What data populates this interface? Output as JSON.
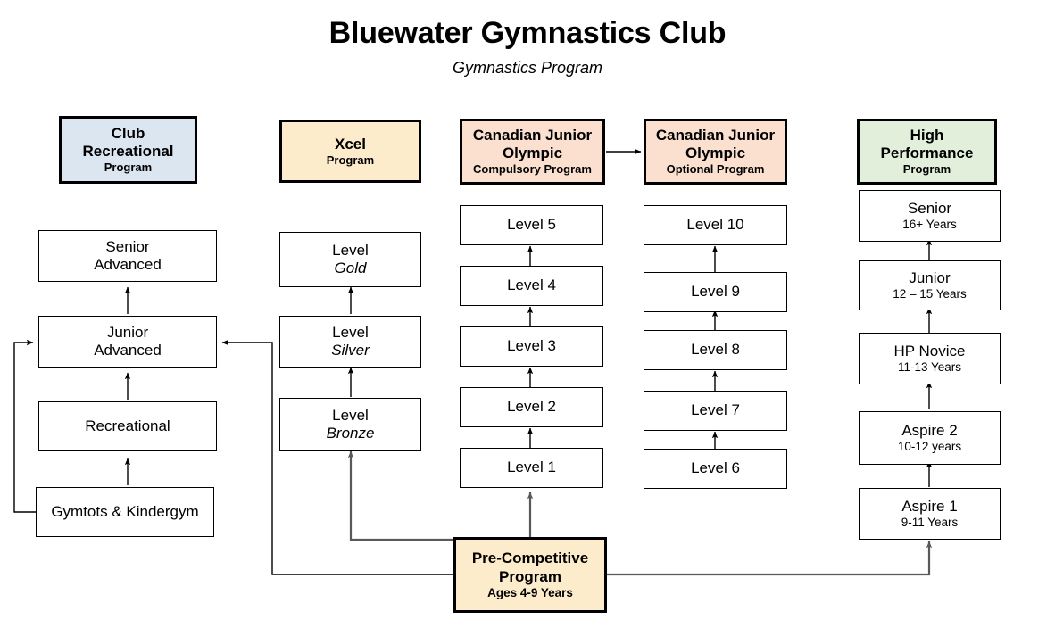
{
  "title": "Bluewater Gymnastics Club",
  "subtitle": "Gymnastics Program",
  "colors": {
    "club_recreational": "#dce6f1",
    "xcel": "#fdeccb",
    "canadian_junior_olympic": "#fbe0d0",
    "high_performance": "#e2efda",
    "pre_competitive": "#fdeccb",
    "border": "#000000",
    "connector": "#595959"
  },
  "columns": [
    {
      "id": "club-recreational",
      "header": {
        "line1": "Club",
        "line2": "Recreational",
        "sub": "Program"
      },
      "nodes": [
        {
          "line1": "Senior",
          "line2": "Advanced",
          "sub": ""
        },
        {
          "line1": "Junior",
          "line2": "Advanced",
          "sub": ""
        },
        {
          "line1": "Recreational",
          "line2": "",
          "sub": ""
        },
        {
          "line1": "Gymtots & Kindergym",
          "line2": "",
          "sub": ""
        }
      ]
    },
    {
      "id": "xcel",
      "header": {
        "line1": "Xcel",
        "line2": "",
        "sub": "Program"
      },
      "nodes": [
        {
          "line1": "Level",
          "line2": "Gold",
          "sub": ""
        },
        {
          "line1": "Level",
          "line2": "Silver",
          "sub": ""
        },
        {
          "line1": "Level",
          "line2": "Bronze",
          "sub": ""
        }
      ]
    },
    {
      "id": "cjo-compulsory",
      "header": {
        "line1": "Canadian Junior",
        "line2": "Olympic",
        "sub": "Compulsory Program"
      },
      "nodes": [
        {
          "line1": "Level 5",
          "line2": "",
          "sub": ""
        },
        {
          "line1": "Level 4",
          "line2": "",
          "sub": ""
        },
        {
          "line1": "Level 3",
          "line2": "",
          "sub": ""
        },
        {
          "line1": "Level 2",
          "line2": "",
          "sub": ""
        },
        {
          "line1": "Level 1",
          "line2": "",
          "sub": ""
        }
      ]
    },
    {
      "id": "cjo-optional",
      "header": {
        "line1": "Canadian Junior",
        "line2": "Olympic",
        "sub": "Optional Program"
      },
      "nodes": [
        {
          "line1": "Level 10",
          "line2": "",
          "sub": ""
        },
        {
          "line1": "Level 9",
          "line2": "",
          "sub": ""
        },
        {
          "line1": "Level 8",
          "line2": "",
          "sub": ""
        },
        {
          "line1": "Level 7",
          "line2": "",
          "sub": ""
        },
        {
          "line1": "Level 6",
          "line2": "",
          "sub": ""
        }
      ]
    },
    {
      "id": "high-performance",
      "header": {
        "line1": "High",
        "line2": "Performance",
        "sub": "Program"
      },
      "nodes": [
        {
          "line1": "Senior",
          "line2": "",
          "sub": "16+ Years"
        },
        {
          "line1": "Junior",
          "line2": "",
          "sub": "12 – 15 Years"
        },
        {
          "line1": "HP Novice",
          "line2": "",
          "sub": "11-13 Years"
        },
        {
          "line1": "Aspire 2",
          "line2": "",
          "sub": "10-12 years"
        },
        {
          "line1": "Aspire 1",
          "line2": "",
          "sub": "9-11 Years"
        }
      ]
    }
  ],
  "entry": {
    "line1": "Pre-Competitive",
    "line2": "Program",
    "sub": "Ages 4-9 Years"
  }
}
